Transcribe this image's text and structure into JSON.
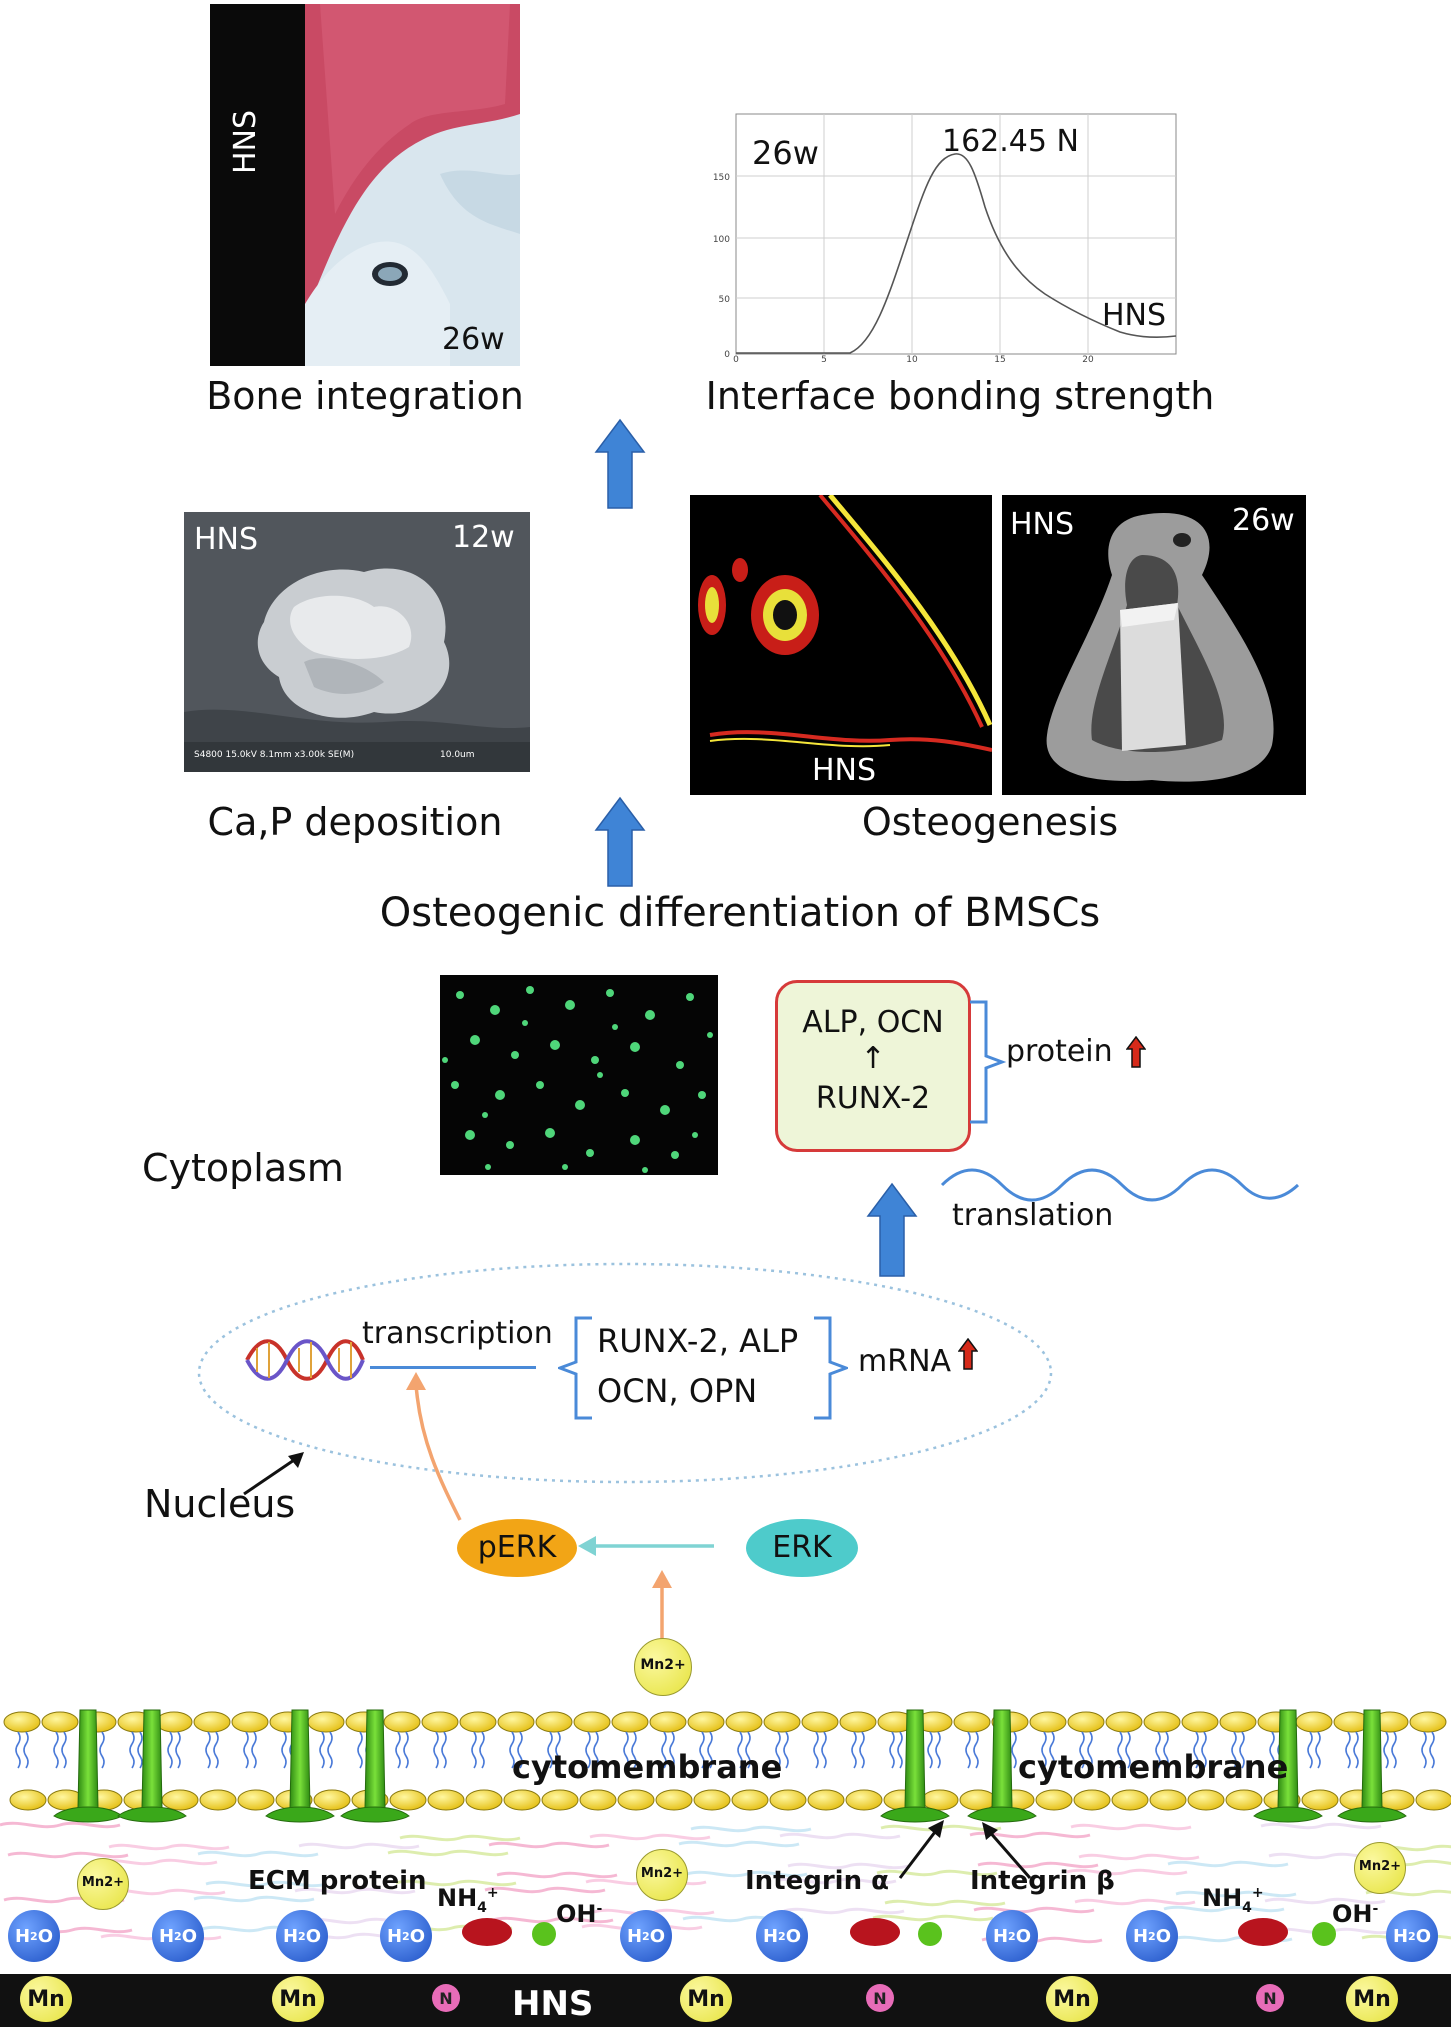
{
  "panels": {
    "bone": {
      "label": "HNS",
      "time": "26w",
      "caption": "Bone integration"
    },
    "strength": {
      "time": "26w",
      "peak": "162.45 N",
      "series": "HNS",
      "caption": "Interface bonding strength",
      "yticks": [
        "150",
        "100",
        "50",
        "0"
      ],
      "xticks": [
        "0",
        "5",
        "10",
        "15",
        "20"
      ]
    },
    "sem": {
      "label": "HNS",
      "time": "12w",
      "info": "S4800 15.0kV 8.1mm x3.00k SE(M)",
      "scale": "10.0um",
      "caption": "Ca,P deposition"
    },
    "fluor": {
      "label": "HNS"
    },
    "ct": {
      "label": "HNS",
      "time": "26w"
    },
    "osteo_caption": "Osteogenesis"
  },
  "headline": "Osteogenic differentiation of BMSCs",
  "cytoplasm": "Cytoplasm",
  "protein_box": {
    "line1": "ALP, OCN",
    "arrow": "↑",
    "line2": "RUNX-2",
    "label": "protein"
  },
  "translation": "translation",
  "nucleus": {
    "label": "Nucleus",
    "transcription": "transcription",
    "genes_line1": "RUNX-2, ALP",
    "genes_line2": "OCN, OPN",
    "mrna": "mRNA"
  },
  "signaling": {
    "perk": "pERK",
    "erk": "ERK",
    "ion": "Mn2+"
  },
  "membrane": {
    "label_left": "cytomembrane",
    "label_right": "cytomembrane",
    "ecm": "ECM protein",
    "integrin_a": "Integrin α",
    "integrin_b": "Integrin β",
    "ion_left": "Mn2+",
    "ion_mid": "Mn2+",
    "ion_right": "Mn2+",
    "nh4_left": "NH",
    "nh4_right": "NH",
    "oh_left": "OH",
    "oh_right": "OH",
    "sub4": "4",
    "plus": "+",
    "minus": "-",
    "h2o_h": "H",
    "h2o_2": "2",
    "h2o_o": "O"
  },
  "substrate": {
    "label": "HNS",
    "mn": "Mn",
    "n": "N"
  },
  "colors": {
    "arrow_blue": "#3f84d6",
    "perk": "#f2a516",
    "erk": "#4ecbcb",
    "box_border": "#d63a3a",
    "box_fill": "#eef5d8",
    "lipid": "#f3d21a",
    "integrin": "#54c61d"
  }
}
